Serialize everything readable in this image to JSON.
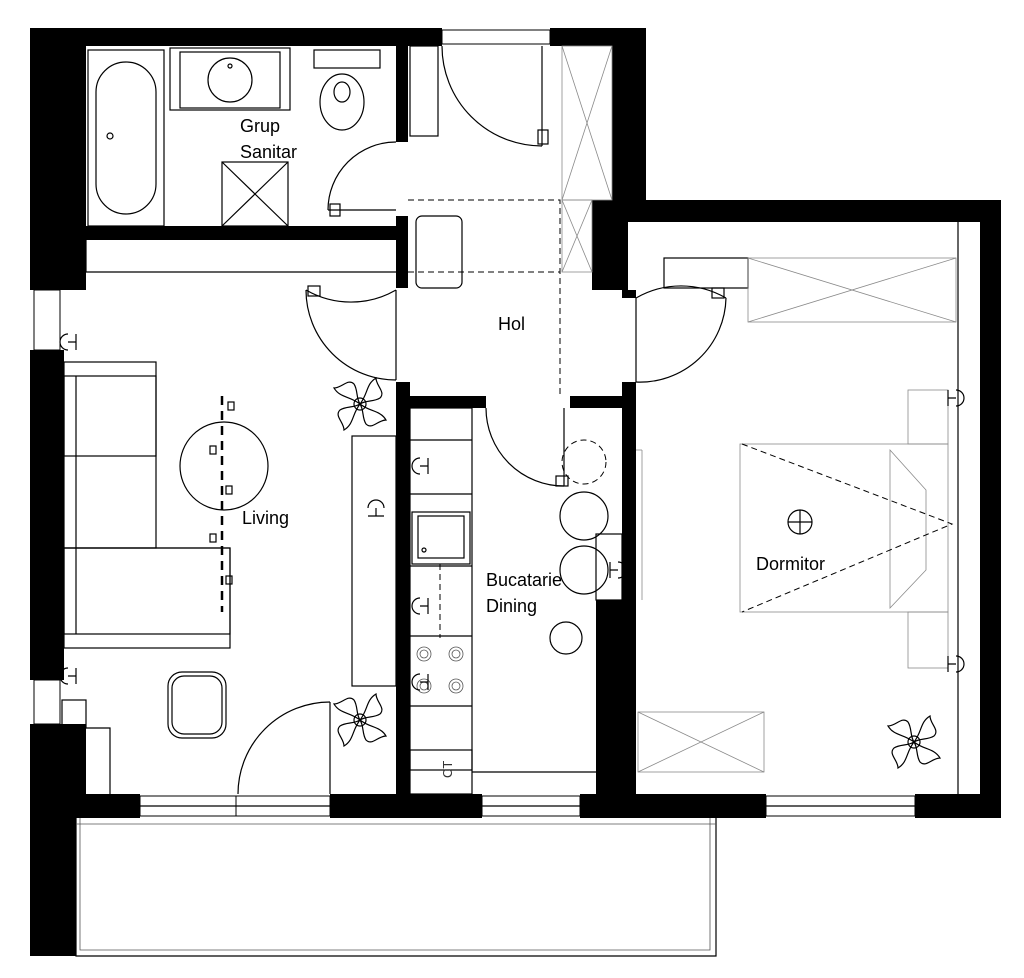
{
  "rooms": {
    "sanitar": [
      "Grup",
      "Sanitar"
    ],
    "hol": "Hol",
    "living": "Living",
    "bucatarie": [
      "Bucatarie",
      "Dining"
    ],
    "dormitor": "Dormitor",
    "ct": "CT"
  },
  "icons": [
    "socket-icon",
    "plant-icon",
    "ceiling-light-icon",
    "sink-icon",
    "stove-burner-icon",
    "bathtub-icon",
    "toilet-icon",
    "shower-icon"
  ],
  "colors": {
    "wall": "#000000",
    "line": "#000000",
    "background": "#ffffff"
  }
}
